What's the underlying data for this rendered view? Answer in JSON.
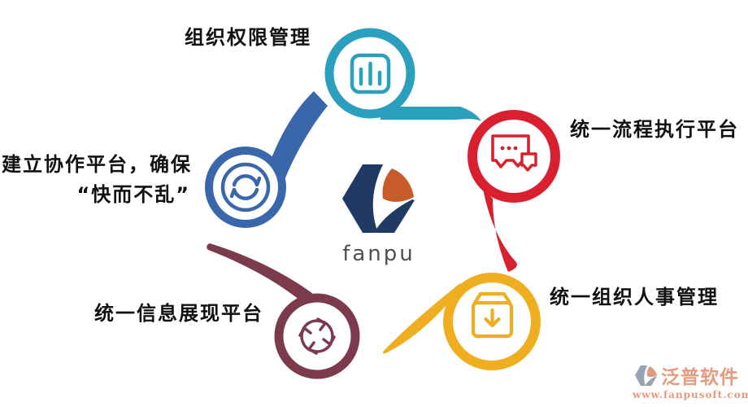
{
  "nodes": [
    {
      "id": "org-permission",
      "label": "组织权限管理",
      "color": "#2B9FBE",
      "icon": "bar-chart-icon"
    },
    {
      "id": "process-platform",
      "label": "统一流程执行平台",
      "color": "#D9202E",
      "icon": "chat-bubbles-icon"
    },
    {
      "id": "org-hr",
      "label": "统一组织人事管理",
      "color": "#EFAE20",
      "icon": "archive-box-icon"
    },
    {
      "id": "info-display",
      "label": "统一信息展现平台",
      "color": "#7C3B4C",
      "icon": "cycle-arrows-icon"
    },
    {
      "id": "collaboration",
      "label_line1": "建立协作平台，确保",
      "label_line2": "“快而不乱”",
      "color": "#3A67AC",
      "icon": "sync-arrows-icon"
    }
  ],
  "center": {
    "logo_text": "fanpu",
    "hexagon_navy": "#203A64",
    "hexagon_orange": "#C95B2B",
    "logo_text_color": "#4F4F4F"
  },
  "watermark": {
    "brand": "泛普软件",
    "url": "www.fanpusoft.com",
    "color": "#E59A80",
    "logo_gray": "#97A3B3",
    "logo_salmon": "#DD9B82"
  }
}
